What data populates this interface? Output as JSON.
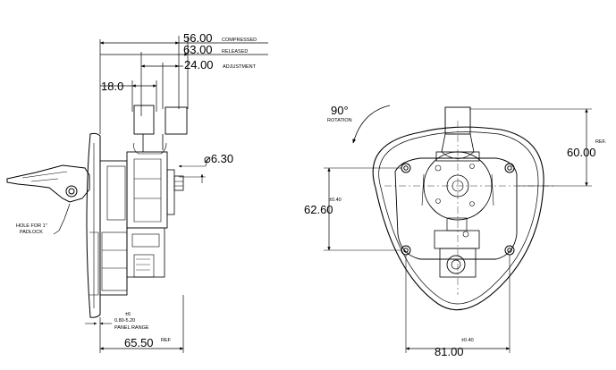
{
  "side_view": {
    "dim_compressed": {
      "value": "56.00",
      "label": "COMPRESSED"
    },
    "dim_released": {
      "value": "63.00",
      "label": "RELEASED"
    },
    "dim_adjustment": {
      "value": "24.00",
      "label": "ADJUSTMENT"
    },
    "dim_18": "18.0",
    "dim_dia": "⌀6.30",
    "hole_label_line1": "HOLE FOR 1\"",
    "hole_label_line2": "PADLOCK",
    "panel_range_line1": "±6",
    "panel_range_line2": "0.80-5.20",
    "panel_range_line3": "PANEL RANGE",
    "dim_bottom": {
      "value": "65.50",
      "label": "REF"
    }
  },
  "front_view": {
    "rotation_value": "90°",
    "rotation_label": "ROTATION",
    "dim_height_ref": {
      "value": "60.00",
      "label": "REF."
    },
    "dim_holes_vertical": {
      "value": "62.60",
      "tol": "±0.40"
    },
    "dim_holes_horizontal": {
      "value": "81.00",
      "tol": "±0.40"
    }
  }
}
